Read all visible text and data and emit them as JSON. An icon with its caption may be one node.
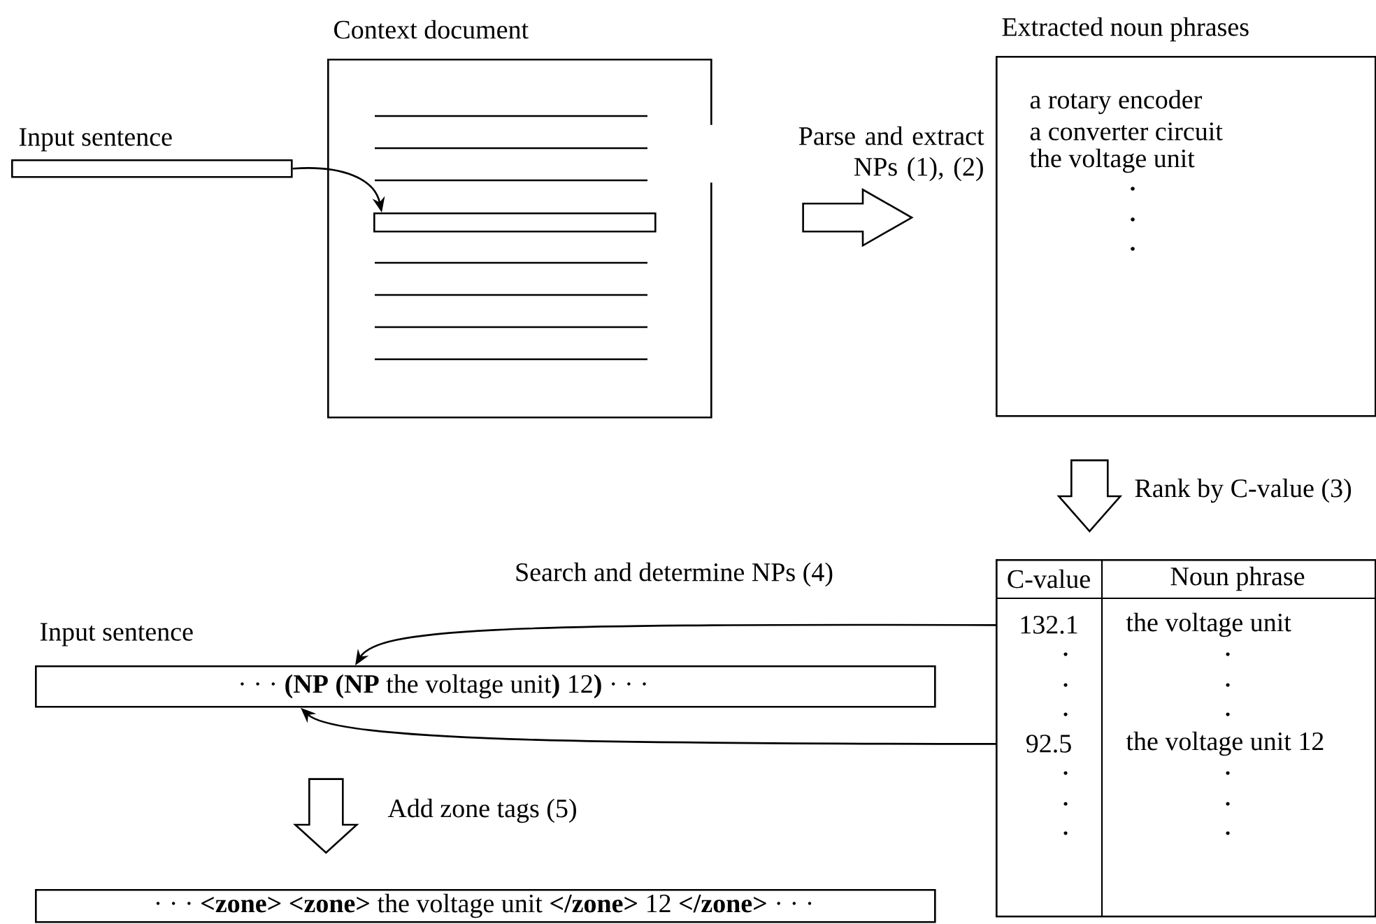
{
  "diagram": {
    "nodes": [
      {
        "text": [
          "Input sentence"
        ]
      },
      {
        "text": [
          "Context document"
        ]
      },
      {
        "text": [],
        "shape": "box",
        "in": 1
      },
      {
        "text": [
          "Extracted noun phrases",
          "a rotary encoder",
          "a converter circuit",
          "the voltage unit"
        ]
      },
      {
        "text": [
          "C-value",
          "Noun phrase"
        ]
      },
      {
        "text": [
          "132.1",
          "the voltage unit"
        ],
        "in": 4
      },
      {
        "text": [
          "92.5",
          "the voltage unit 12"
        ],
        "in": 4
      },
      {
        "text": [
          "Input sentence",
          "· · · **(NP (NP** the voltage unit**)** 12**)** · · ·"
        ]
      },
      {
        "text": [
          "· · · **<zone> <zone>** the voltage unit **</zone>** 12 **</zone>** · · ·"
        ]
      }
    ],
    "edges": [
      {
        "from": 0,
        "to": 2,
        "arrow": "to"
      },
      {
        "from": 1,
        "to": 3,
        "arrow": "to",
        "label": "Parse and extract NPs (1), (2)"
      },
      {
        "from": 3,
        "to": 4,
        "arrow": "to",
        "label": "Rank by C-value (3)"
      },
      {
        "from": 5,
        "to": 7,
        "arrow": "to",
        "label": "Search and determine NPs (4)"
      },
      {
        "from": 6,
        "to": 7,
        "arrow": "to"
      },
      {
        "from": 7,
        "to": 8,
        "arrow": "to",
        "label": "Add zone tags (5)"
      }
    ]
  }
}
